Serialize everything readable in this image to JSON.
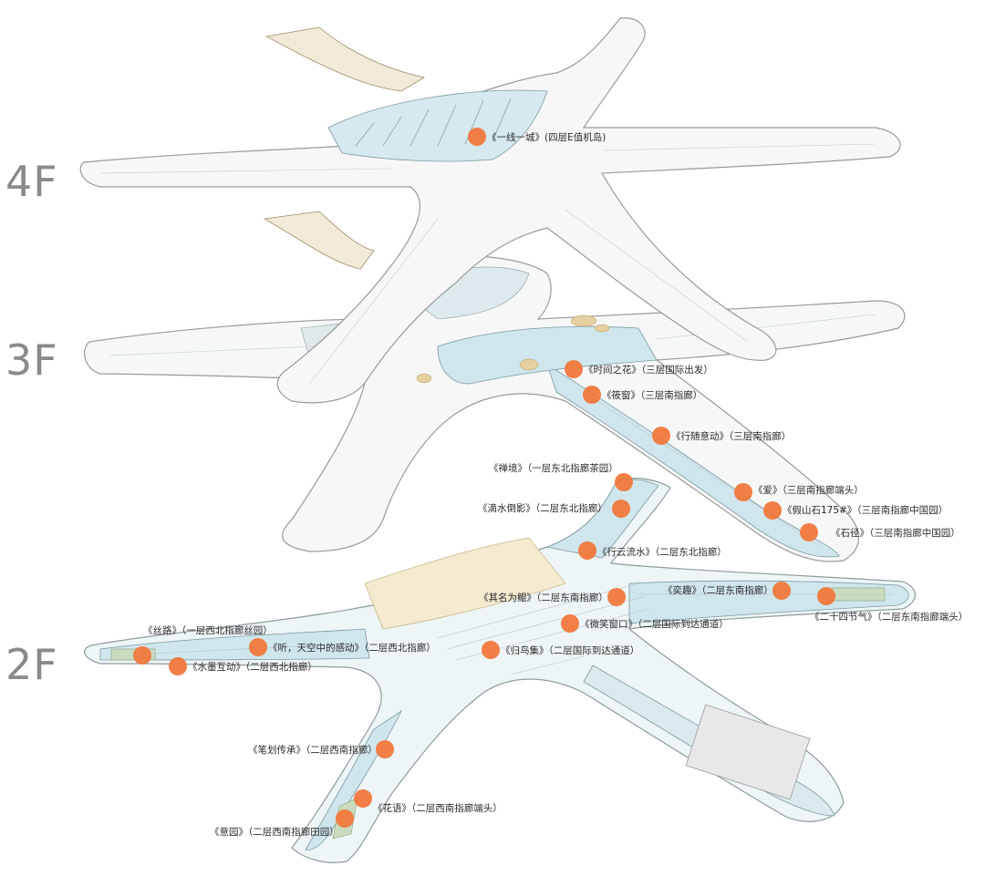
{
  "floors": [
    {
      "id": "4f",
      "label": "4F"
    },
    {
      "id": "3f",
      "label": "3F"
    },
    {
      "id": "2f",
      "label": "2F"
    }
  ],
  "colors": {
    "accent_dot": "#f0783c",
    "floor_fill": "#f4f4f4",
    "floor_stroke": "#9a9a9a",
    "pier_blue": "#cfe6ec",
    "plaza_yellow": "#f3ead0",
    "roof_tan": "#d8c49a",
    "text": "#2b2b2b",
    "floor_label": "#8a8a8a"
  },
  "points": [
    {
      "id": "p01",
      "label": "《一线一城》(四层E值机岛)"
    },
    {
      "id": "p02",
      "label": "《时间之花》（三层国际出发）"
    },
    {
      "id": "p03",
      "label": "《筱窗》（三层南指廊）"
    },
    {
      "id": "p04",
      "label": "《行随意动》（三层南指廊）"
    },
    {
      "id": "p05",
      "label": "《爱》（三层南指廊端头）"
    },
    {
      "id": "p06",
      "label": "《假山石175#》（三层南指廊中国园）"
    },
    {
      "id": "p07",
      "label": "《石径》（三层南指廊中国园）"
    },
    {
      "id": "p08",
      "label": "《禅境》（一层东北指廊茶园）"
    },
    {
      "id": "p09",
      "label": "《滴水倒影》（二层东北指廊）"
    },
    {
      "id": "p10",
      "label": "《行云流水》（二层东北指廊）"
    },
    {
      "id": "p11",
      "label": "《其名为鲲》（二层东南指廊）"
    },
    {
      "id": "p12",
      "label": "《奕趣》（二层东南指廊）"
    },
    {
      "id": "p13",
      "label": "《二十四节气》（二层东南指廊端头）"
    },
    {
      "id": "p14",
      "label": "《微笑窗口》（二层国际到达通道）"
    },
    {
      "id": "p15",
      "label": "《归鸟集》（二层国际到达通道）"
    },
    {
      "id": "p16",
      "label": "《丝路》（一层西北指廊丝园）"
    },
    {
      "id": "p17",
      "label": "《听，天空中的感动》（二层西北指廊）"
    },
    {
      "id": "p18",
      "label": "《水墨互动》（二层西北指廊）"
    },
    {
      "id": "p19",
      "label": "《笔划传承》（二层西南指廊）"
    },
    {
      "id": "p20",
      "label": "《花语》（二层西南指廊端头）"
    },
    {
      "id": "p21",
      "label": "《意园》（二层西南指廊田园）"
    }
  ]
}
